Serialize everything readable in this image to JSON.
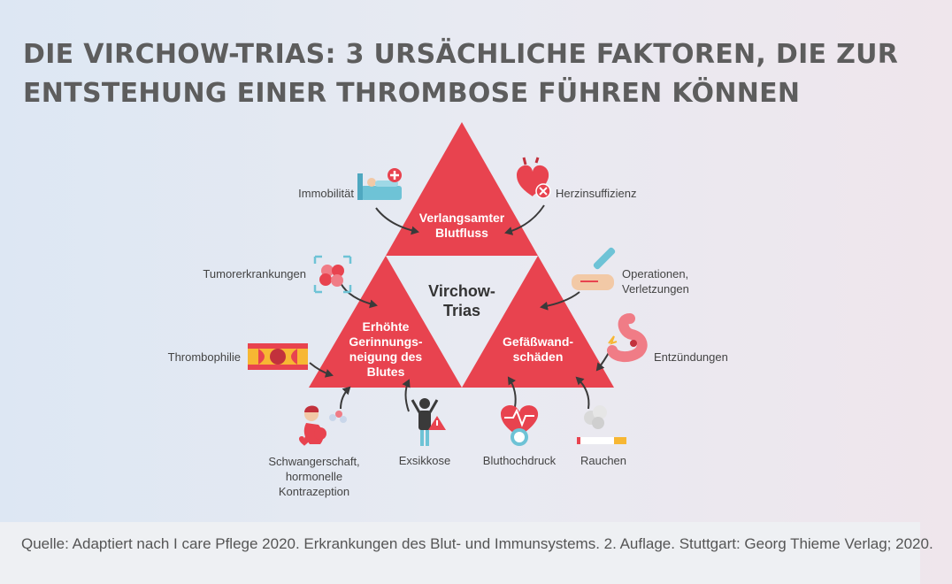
{
  "title": {
    "line1": "DIE VIRCHOW-TRIAS: 3 URSÄCHLICHE FAKTOREN, DIE ZUR",
    "line2": "ENTSTEHUNG EINER THROMBOSE FÜHREN KÖNNEN"
  },
  "triangles": {
    "top": {
      "line1": "Verlangsamter",
      "line2": "Blutfluss"
    },
    "left": {
      "line1": "Erhöhte",
      "line2": "Gerinnungs-",
      "line3": "neigung des",
      "line4": "Blutes"
    },
    "right": {
      "line1": "Gefäßwand-",
      "line2": "schäden"
    },
    "center": {
      "line1": "Virchow-",
      "line2": "Trias"
    }
  },
  "factors": {
    "immobilitaet": "Immobilität",
    "herzinsuffizienz": "Herzinsuffizienz",
    "tumorerkrankungen": "Tumorerkrankungen",
    "operationen_1": "Operationen,",
    "operationen_2": "Verletzungen",
    "thrombophilie": "Thrombophilie",
    "entzuendungen": "Entzündungen",
    "schwangerschaft_1": "Schwangerschaft,",
    "schwangerschaft_2": "hormonelle",
    "schwangerschaft_3": "Kontrazeption",
    "exsikkose": "Exsikkose",
    "bluthochdruck": "Bluthochdruck",
    "rauchen": "Rauchen"
  },
  "source": "Quelle: Adaptiert nach I care Pflege 2020. Erkrankungen des Blut- und Immunsystems. 2. Auflage. Stuttgart: Georg Thieme Verlag; 2020.",
  "colors": {
    "triangle_red": "#e8434f",
    "title_gray": "#5d5d5d",
    "arrow": "#3a3a3a"
  }
}
